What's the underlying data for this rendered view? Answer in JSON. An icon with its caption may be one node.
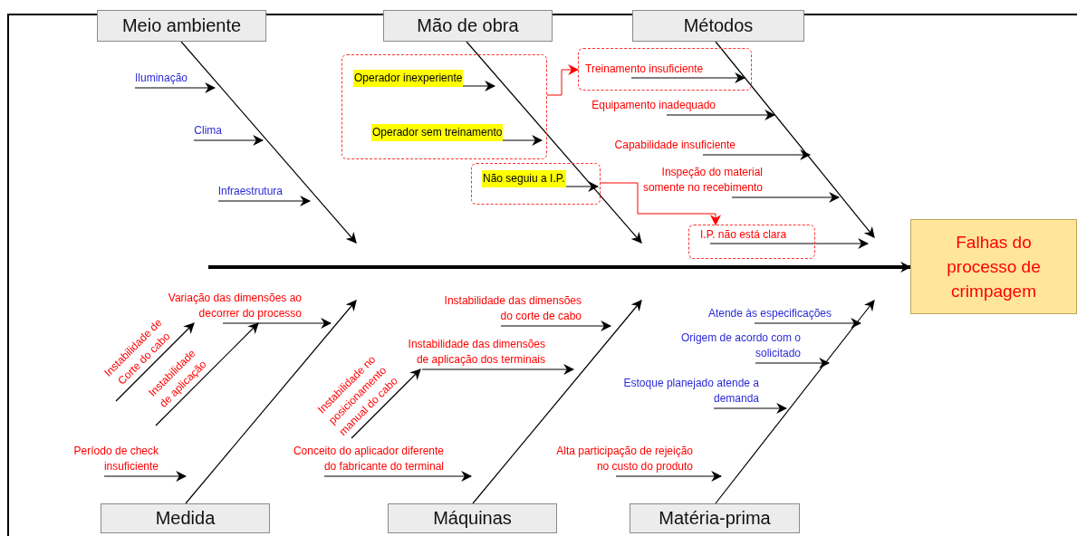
{
  "diagram": {
    "nodes": [
      {
        "text": [
          "Meio ambiente"
        ]
      },
      {
        "text": [
          "Mão de obra"
        ]
      },
      {
        "text": [
          "Métodos"
        ]
      },
      {
        "text": [
          "Iluminação"
        ]
      },
      {
        "text": [
          "Clima"
        ]
      },
      {
        "text": [
          "Infraestrutura"
        ]
      },
      {
        "text": [],
        "shape": "box"
      },
      {
        "text": [
          "Operador inexperiente"
        ],
        "in": 6
      },
      {
        "text": [
          "Operador sem treinamento"
        ],
        "in": 6
      },
      {
        "text": [],
        "shape": "box"
      },
      {
        "text": [
          "Não seguiu a I.P."
        ],
        "in": 9
      },
      {
        "text": [],
        "shape": "box"
      },
      {
        "text": [
          "Treinamento insuficiente"
        ],
        "in": 11
      },
      {
        "text": [
          "Equipamento inadequado"
        ]
      },
      {
        "text": [
          "Capabilidade insuficiente"
        ]
      },
      {
        "text": [
          "Inspeção do material somente no recebimento"
        ]
      },
      {
        "text": [],
        "shape": "box"
      },
      {
        "text": [
          "I.P. não está clara"
        ],
        "in": 16
      },
      {
        "text": [
          "Falhas do processo de crimpagem"
        ]
      },
      {
        "text": [
          "Variação das dimensões ao decorrer do processo"
        ]
      },
      {
        "text": [
          "Instabilidade de Corte do cabo"
        ]
      },
      {
        "text": [
          "Instabilidade de aplicação"
        ]
      },
      {
        "text": [
          "Período de check insuficiente"
        ]
      },
      {
        "text": [
          "Instabilidade das dimensões do corte de cabo"
        ]
      },
      {
        "text": [
          "Instabilidade das dimensões de aplicação dos terminais"
        ]
      },
      {
        "text": [
          "Instabilidade no posicionamento manual do cabo"
        ]
      },
      {
        "text": [
          "Conceito do aplicador diferente do fabricante do terminal"
        ]
      },
      {
        "text": [
          "Atende às especificações"
        ]
      },
      {
        "text": [
          "Origem de acordo com o solicitado"
        ]
      },
      {
        "text": [
          "Estoque planejado atende a demanda"
        ]
      },
      {
        "text": [
          "Alta participação de rejeição no custo do produto"
        ]
      },
      {
        "text": [
          "Medida"
        ]
      },
      {
        "text": [
          "Máquinas"
        ]
      },
      {
        "text": [
          "Matéria-prima"
        ]
      }
    ],
    "edges": [
      {
        "from": 0,
        "to": null,
        "arrow": "to"
      },
      {
        "from": 1,
        "to": null,
        "arrow": "to"
      },
      {
        "from": 2,
        "to": null,
        "arrow": "to"
      },
      {
        "from": 31,
        "to": null,
        "arrow": "to"
      },
      {
        "from": 32,
        "to": null,
        "arrow": "to"
      },
      {
        "from": 33,
        "to": null,
        "arrow": "to"
      },
      {
        "from": null,
        "to": 18,
        "arrow": "to",
        "style": "thick"
      },
      {
        "from": 3,
        "to": null,
        "arrow": "to"
      },
      {
        "from": 4,
        "to": null,
        "arrow": "to"
      },
      {
        "from": 5,
        "to": null,
        "arrow": "to"
      },
      {
        "from": 7,
        "to": null,
        "arrow": "to"
      },
      {
        "from": 8,
        "to": null,
        "arrow": "to"
      },
      {
        "from": 10,
        "to": null,
        "arrow": "to"
      },
      {
        "from": 12,
        "to": null,
        "arrow": "to"
      },
      {
        "from": 13,
        "to": null,
        "arrow": "to"
      },
      {
        "from": 14,
        "to": null,
        "arrow": "to"
      },
      {
        "from": 15,
        "to": null,
        "arrow": "to"
      },
      {
        "from": 17,
        "to": null,
        "arrow": "to"
      },
      {
        "from": 6,
        "to": 11,
        "arrow": "to",
        "color": "#ff0000"
      },
      {
        "from": 9,
        "to": 16,
        "arrow": "to",
        "color": "#ff0000"
      },
      {
        "from": 19,
        "to": null,
        "arrow": "to"
      },
      {
        "from": 20,
        "to": 19,
        "arrow": "to"
      },
      {
        "from": 21,
        "to": 19,
        "arrow": "to"
      },
      {
        "from": 22,
        "to": null,
        "arrow": "to"
      },
      {
        "from": 23,
        "to": null,
        "arrow": "to"
      },
      {
        "from": 24,
        "to": null,
        "arrow": "to"
      },
      {
        "from": 25,
        "to": 24,
        "arrow": "to"
      },
      {
        "from": 26,
        "to": null,
        "arrow": "to"
      },
      {
        "from": 27,
        "to": null,
        "arrow": "to"
      },
      {
        "from": 28,
        "to": null,
        "arrow": "to"
      },
      {
        "from": 29,
        "to": null,
        "arrow": "to"
      },
      {
        "from": 30,
        "to": null,
        "arrow": "to"
      }
    ]
  }
}
